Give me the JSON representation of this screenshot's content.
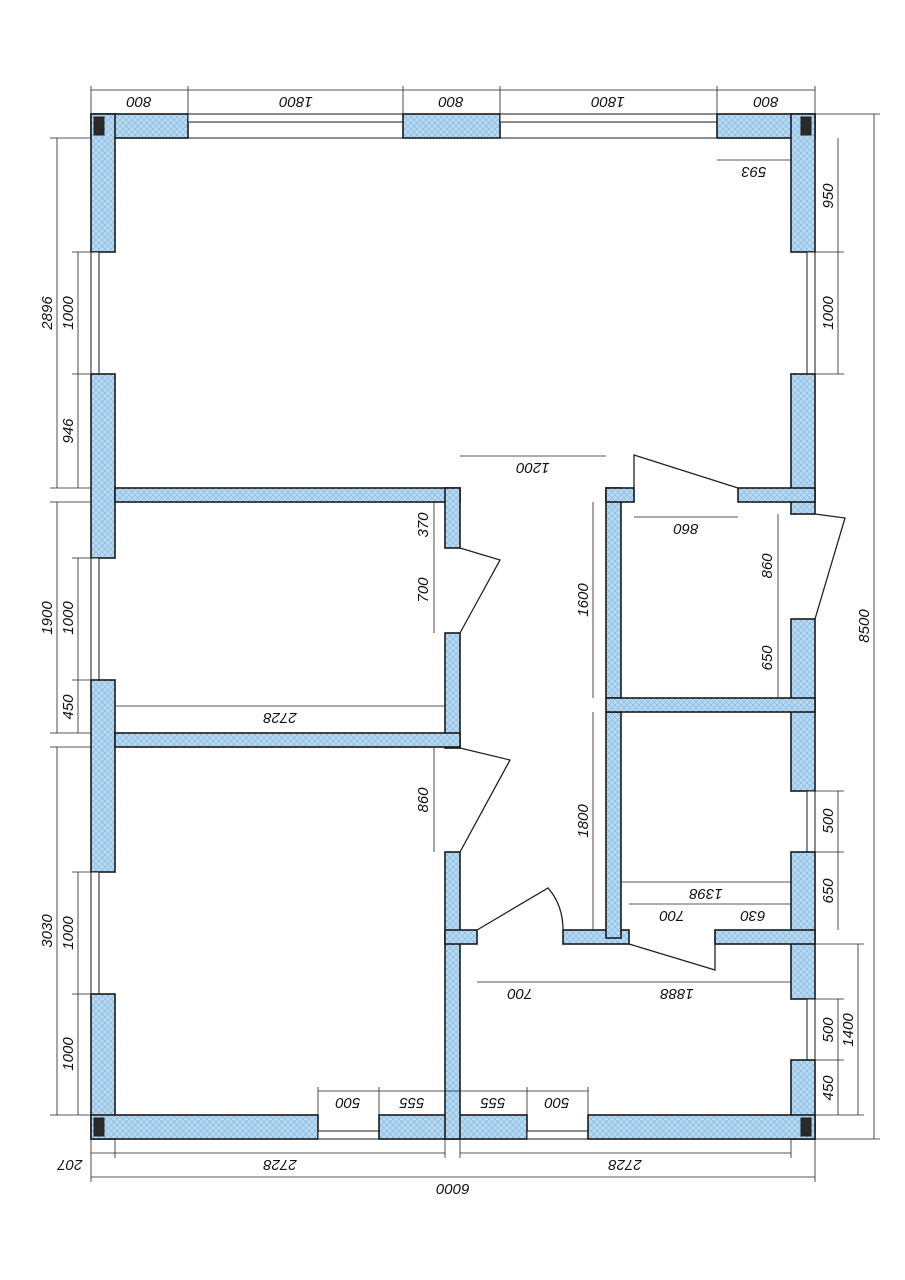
{
  "dimensions": {
    "top_800_a": "800",
    "top_1800_a": "1800",
    "top_800_b": "800",
    "top_1800_b": "1800",
    "top_800_c": "800",
    "d593": "593",
    "r950": "950",
    "r1000": "1000",
    "r860_door": "860",
    "r650": "650",
    "r8500": "8500",
    "r500_a": "500",
    "r650_b": "650",
    "r500_b": "500",
    "r1400": "1400",
    "r450": "450",
    "l2896": "2896",
    "l1000_a": "1000",
    "l946": "946",
    "l1900": "1900",
    "l1000_b": "1000",
    "l450": "450",
    "l3030": "3030",
    "l1000_c": "1000",
    "l1000_d": "1000",
    "c1200": "1200",
    "c860_top": "860",
    "c370": "370",
    "c700_door": "700",
    "c1600": "1600",
    "c2728_mid": "2728",
    "c860_door": "860",
    "c1800": "1800",
    "c1398": "1398",
    "c700_b": "700",
    "c630": "630",
    "c700_c": "700",
    "c1888": "1888",
    "b500_a": "500",
    "b555_a": "555",
    "b555_b": "555",
    "b500_b": "500",
    "b207": "207",
    "b2728_a": "2728",
    "b2728_b": "2728",
    "b6000": "6000"
  }
}
